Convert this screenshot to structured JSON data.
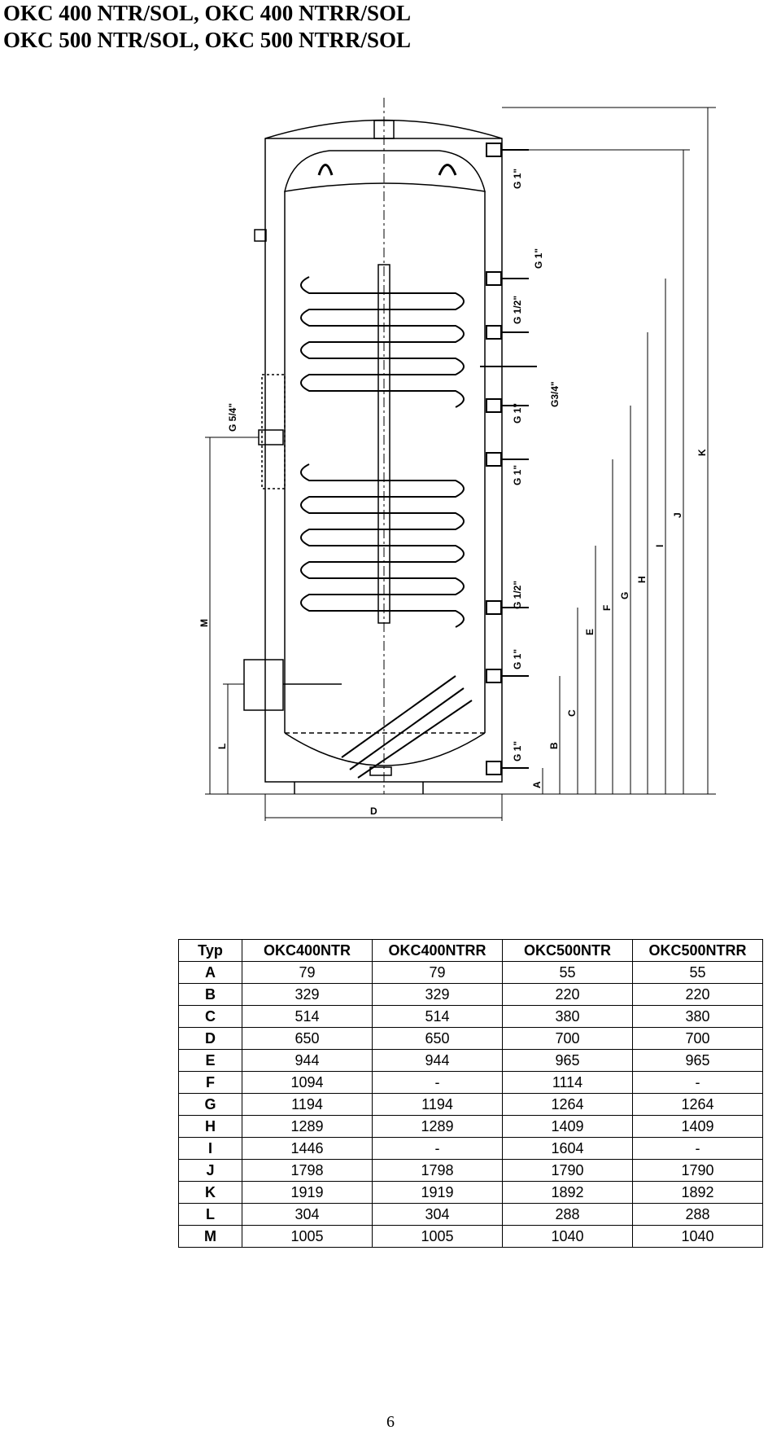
{
  "header": {
    "title_line1": "OKC 400 NTR/SOL, OKC 400 NTRR/SOL",
    "title_line2": "OKC 500 NTR/SOL, OKC 500 NTRR/SOL"
  },
  "drawing": {
    "connection_labels": {
      "g1_top": "G 1\"",
      "g1_second": "G 1\"",
      "g12_upper": "G 1/2\"",
      "g34": "G3/4\"",
      "g1_middle": "G 1\"",
      "g1_lower": "G 1\"",
      "g12_lower": "G 1/2\"",
      "g1_bottom_upper": "G 1\"",
      "g1_bottom": "G 1\"",
      "g54": "G 5/4\""
    },
    "dimension_letters": {
      "a": "A",
      "b": "B",
      "c": "C",
      "d": "D",
      "e": "E",
      "f": "F",
      "g": "G",
      "h": "H",
      "i": "I",
      "j": "J",
      "k": "K",
      "l": "L",
      "m": "M"
    }
  },
  "table": {
    "headers": [
      "Typ",
      "OKC400NTR",
      "OKC400NTRR",
      "OKC500NTR",
      "OKC500NTRR"
    ],
    "rows": [
      [
        "A",
        "79",
        "79",
        "55",
        "55"
      ],
      [
        "B",
        "329",
        "329",
        "220",
        "220"
      ],
      [
        "C",
        "514",
        "514",
        "380",
        "380"
      ],
      [
        "D",
        "650",
        "650",
        "700",
        "700"
      ],
      [
        "E",
        "944",
        "944",
        "965",
        "965"
      ],
      [
        "F",
        "1094",
        "-",
        "1114",
        "-"
      ],
      [
        "G",
        "1194",
        "1194",
        "1264",
        "1264"
      ],
      [
        "H",
        "1289",
        "1289",
        "1409",
        "1409"
      ],
      [
        "I",
        "1446",
        "-",
        "1604",
        "-"
      ],
      [
        "J",
        "1798",
        "1798",
        "1790",
        "1790"
      ],
      [
        "K",
        "1919",
        "1919",
        "1892",
        "1892"
      ],
      [
        "L",
        "304",
        "304",
        "288",
        "288"
      ],
      [
        "M",
        "1005",
        "1005",
        "1040",
        "1040"
      ]
    ]
  },
  "footer": {
    "page_number": "6"
  }
}
